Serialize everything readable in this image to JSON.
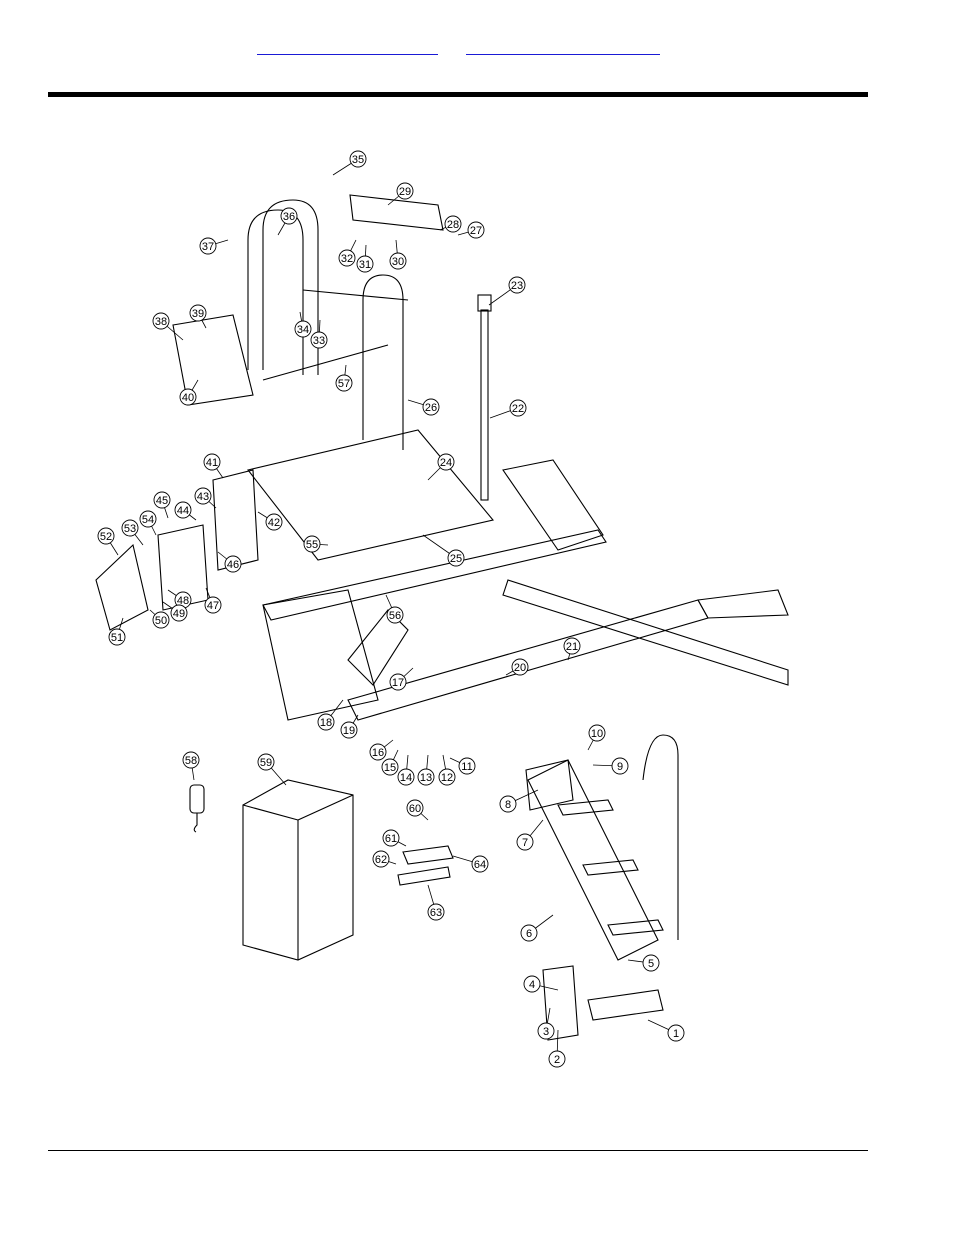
{
  "header": {
    "links": [
      {
        "id": "link-1",
        "text": ""
      },
      {
        "id": "link-2",
        "text": ""
      }
    ]
  },
  "diagram": {
    "callouts": [
      "1",
      "2",
      "3",
      "4",
      "5",
      "6",
      "7",
      "8",
      "9",
      "10",
      "11",
      "12",
      "13",
      "14",
      "15",
      "16",
      "17",
      "18",
      "19",
      "20",
      "21",
      "22",
      "23",
      "24",
      "25",
      "26",
      "27",
      "28",
      "29",
      "30",
      "31",
      "32",
      "33",
      "34",
      "35",
      "36",
      "37",
      "38",
      "39",
      "40",
      "41",
      "42",
      "43",
      "44",
      "45",
      "46",
      "47",
      "48",
      "49",
      "50",
      "51",
      "52",
      "53",
      "54",
      "55",
      "56",
      "57",
      "58",
      "59",
      "60",
      "61",
      "62",
      "63",
      "64"
    ]
  }
}
